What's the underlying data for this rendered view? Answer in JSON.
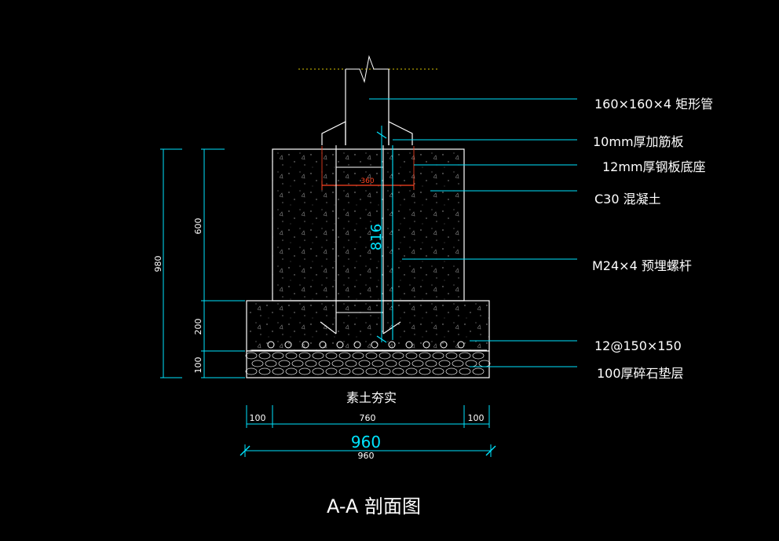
{
  "drawing": {
    "title": "A-A 剖面图",
    "ground_label": "素土夯实",
    "callouts": [
      {
        "text": "160×160×4 矩形管"
      },
      {
        "text": "10mm厚加筋板"
      },
      {
        "text": "12mm厚钢板底座"
      },
      {
        "text": "C30 混凝土"
      },
      {
        "text": "M24×4 预埋螺杆"
      },
      {
        "text": "12@150×150"
      },
      {
        "text": "100厚碎石垫层"
      }
    ],
    "dims": {
      "total_height": "980",
      "pedestal_height": "600",
      "footing_height": "200",
      "gravel_height": "100",
      "left_offset": "100",
      "middle_width": "760",
      "right_offset": "100",
      "total_width": "960",
      "total_width_small": "960",
      "bolt_length": "816",
      "plate_width": "360"
    },
    "colors": {
      "background": "#000000",
      "lines": "#ffffff",
      "dimension": "#00e5ff",
      "plate": "#ff4422",
      "ground_line": "#d8c400"
    }
  }
}
